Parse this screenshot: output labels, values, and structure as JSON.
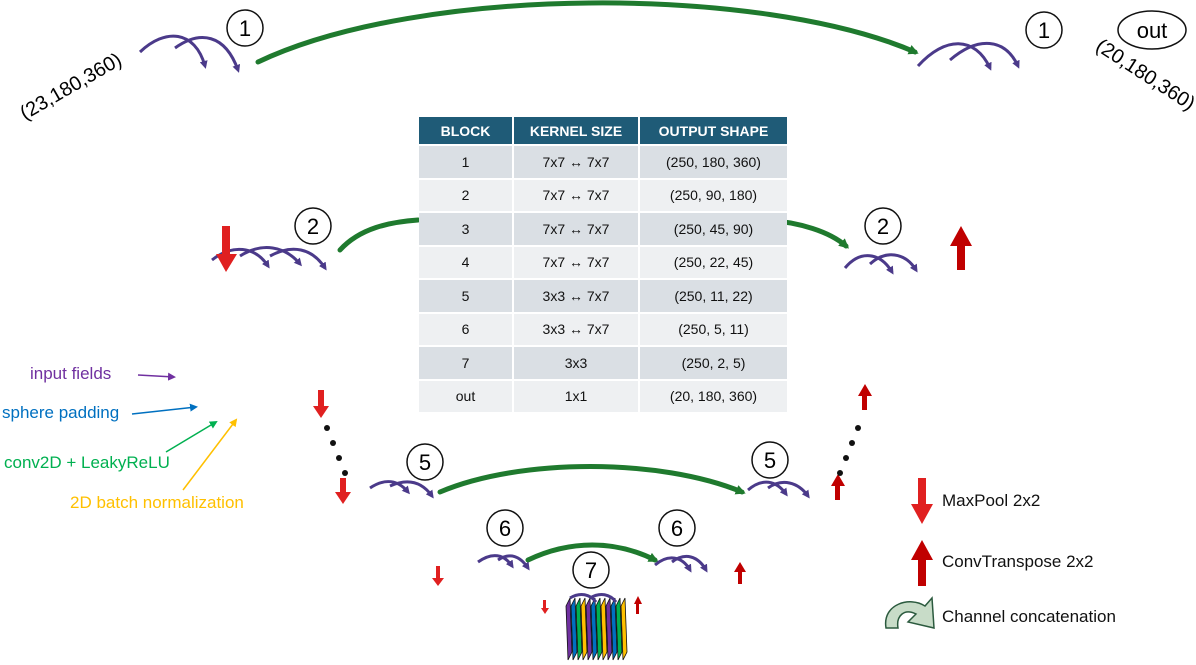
{
  "table": {
    "headers": [
      "BLOCK",
      "KERNEL SIZE",
      "OUTPUT SHAPE"
    ],
    "rows": [
      [
        "1",
        "7x7 ↔ 7x7",
        "(250, 180, 360)"
      ],
      [
        "2",
        "7x7 ↔ 7x7",
        "(250, 90, 180)"
      ],
      [
        "3",
        "7x7 ↔ 7x7",
        "(250, 45, 90)"
      ],
      [
        "4",
        "7x7 ↔ 7x7",
        "(250, 22, 45)"
      ],
      [
        "5",
        "3x3 ↔ 7x7",
        "(250, 11, 22)"
      ],
      [
        "6",
        "3x3 ↔ 7x7",
        "(250, 5, 11)"
      ],
      [
        "7",
        "3x3",
        "(250, 2, 5)"
      ],
      [
        "out",
        "1x1",
        "(20, 180, 360)"
      ]
    ]
  },
  "block_labels": {
    "enc1": "1",
    "dec1": "1",
    "enc2": "2",
    "dec2": "2",
    "enc5": "5",
    "dec5": "5",
    "enc6": "6",
    "dec6": "6",
    "bottom": "7",
    "out": "out"
  },
  "shapes": {
    "input": "(23,180,360)",
    "output": "(20,180,360)"
  },
  "legend_layers": {
    "input_fields": "input fields",
    "sphere_padding": "sphere padding",
    "conv": "conv2D + LeakyReLU",
    "batchnorm": "2D batch normalization"
  },
  "legend_ops": {
    "maxpool": "MaxPool 2x2",
    "convtranspose": "ConvTranspose 2x2",
    "concat": "Channel concatenation"
  },
  "colors": {
    "input": "#7030a0",
    "padding": "#0070c0",
    "conv": "#00b050",
    "batchnorm": "#ffc000",
    "output": "#808080",
    "pool_arrow": "#e02020",
    "up_arrow": "#c00000",
    "skip_arrow": "#1f7a2e",
    "concat_arrow": "#2b5a3e",
    "table_header": "#1f5b77"
  }
}
